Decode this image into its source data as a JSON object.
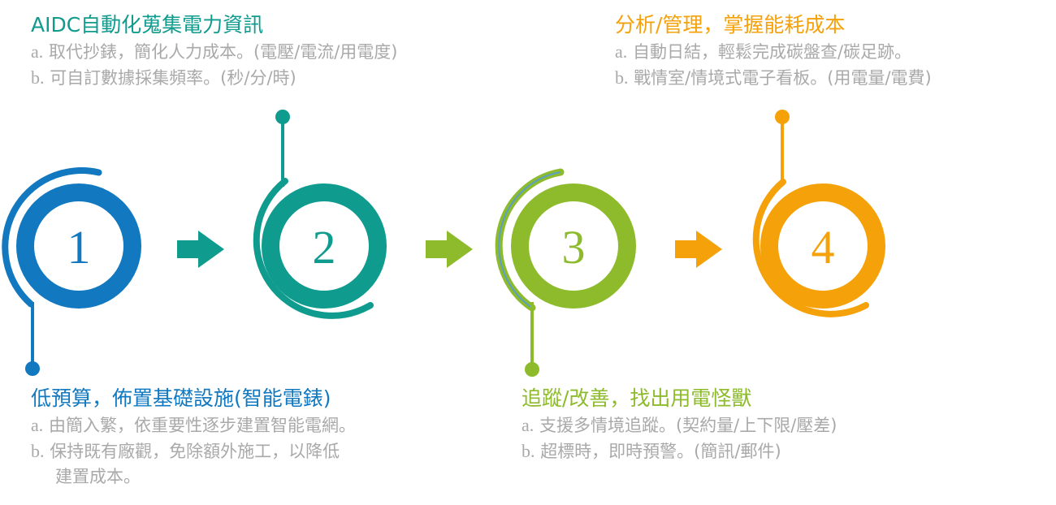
{
  "colors": {
    "step1": "#1279c0",
    "step2": "#0f9b8e",
    "step3": "#8dbb2c",
    "step3_accent": "#5aa0c8",
    "step4": "#f5a10a",
    "arrow1": "#0f9b8e",
    "arrow2": "#8dbb2c",
    "arrow3": "#f5a10a",
    "muted_text": "#a9a9a9"
  },
  "steps": [
    {
      "number": "1",
      "title": "低預算，佈置基礎設施(智能電錶)",
      "lines": [
        {
          "label": "a.",
          "text": "由簡入繁，依重要性逐步建置智能電網。"
        },
        {
          "label": "b.",
          "text": "保持既有廠觀，免除額外施工，以降低"
        }
      ],
      "continuation": "建置成本。"
    },
    {
      "number": "2",
      "title": "AIDC自動化蒐集電力資訊",
      "lines": [
        {
          "label": "a.",
          "text": "取代抄錶，簡化人力成本。(電壓/電流/用電度)"
        },
        {
          "label": "b.",
          "text": "可自訂數據採集頻率。(秒/分/時)"
        }
      ]
    },
    {
      "number": "3",
      "title": "追蹤/改善，找出用電怪獸",
      "lines": [
        {
          "label": "a.",
          "text": "支援多情境追蹤。(契約量/上下限/壓差)"
        },
        {
          "label": "b.",
          "text": "超標時，即時預警。(簡訊/郵件)"
        }
      ]
    },
    {
      "number": "4",
      "title": "分析/管理，掌握能耗成本",
      "lines": [
        {
          "label": "a.",
          "text": "自動日結，輕鬆完成碳盤查/碳足跡。"
        },
        {
          "label": "b.",
          "text": "戰情室/情境式電子看板。(用電量/電費)"
        }
      ]
    }
  ]
}
